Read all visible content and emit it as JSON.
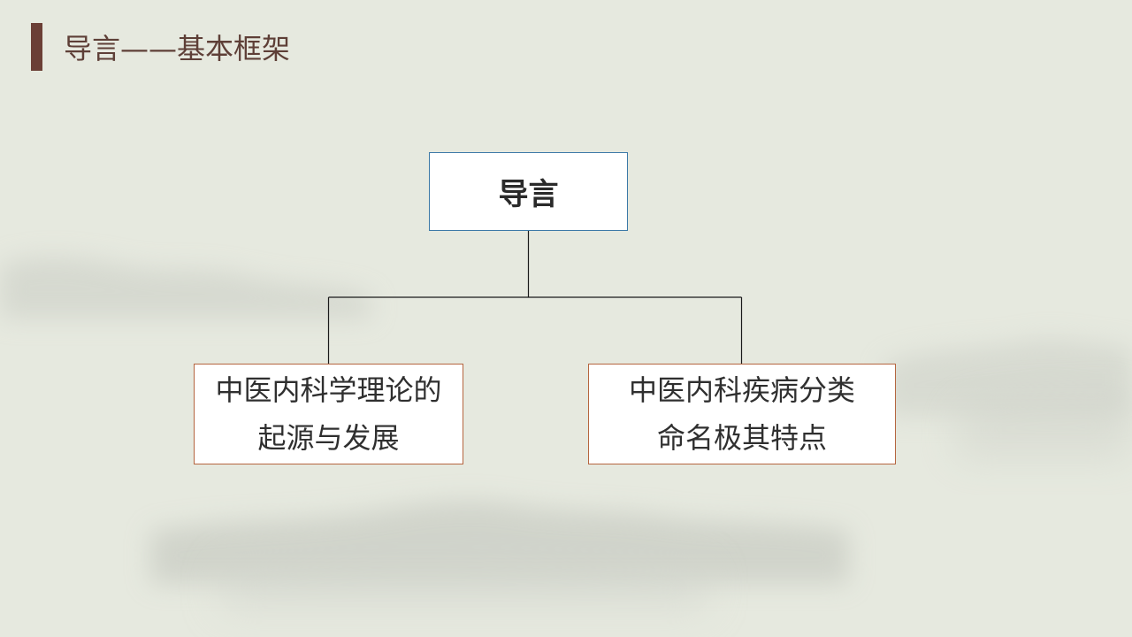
{
  "slide": {
    "title": "导言——基本框架"
  },
  "diagram": {
    "root": "导言",
    "children": [
      {
        "label": "中医内科学理论的\n起源与发展"
      },
      {
        "label": "中医内科疾病分类\n命名极其特点"
      }
    ]
  },
  "colors": {
    "background": "#e6e9df",
    "title_accent": "#6b3f36",
    "title_text": "#5e3f37",
    "root_border": "#3c79a7",
    "child_border": "#b5653f",
    "connector": "#1a1a1a"
  }
}
